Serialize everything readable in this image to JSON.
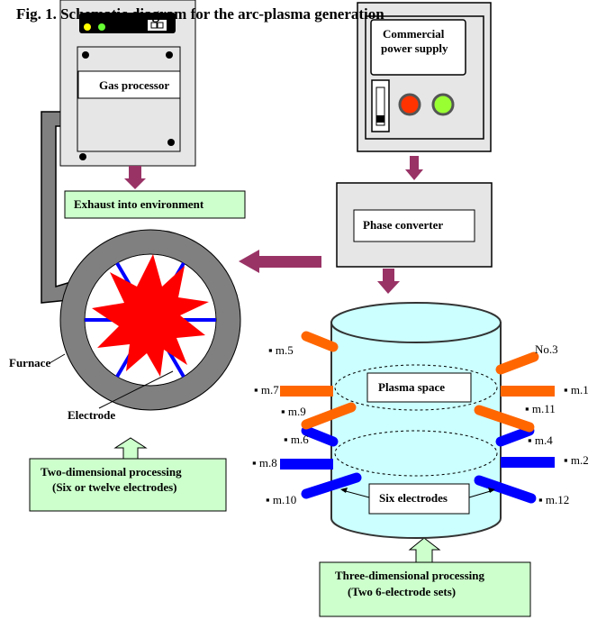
{
  "title": "Fig. 1. Schematic diagram for the arc-plasma generation",
  "colors": {
    "arrow": "#993366",
    "box_green": "#ccffcc",
    "cylinder": "#ccffff",
    "furnace": "#808080",
    "star": "#ff0000",
    "electrode_upper": "#ff6600",
    "electrode_lower": "#0000ff"
  },
  "gas_processor": {
    "label": "Gas processor"
  },
  "exhaust": {
    "label": "Exhaust into environment"
  },
  "power_supply": {
    "line1": "Commercial",
    "line2": "power supply"
  },
  "phase_converter": {
    "label": "Phase converter"
  },
  "furnace": {
    "label": "Furnace",
    "electrode_label": "Electrode"
  },
  "plasma_space": {
    "label": "Plasma space"
  },
  "six_electrodes": {
    "label": "Six electrodes"
  },
  "two_dim": {
    "line1": "Two-dimensional processing",
    "line2": "(Six or twelve electrodes)"
  },
  "three_dim": {
    "line1": "Three-dimensional processing",
    "line2": "(Two 6-electrode sets)"
  },
  "electrode_labels": {
    "n1": "▪ m.1",
    "n2": "▪ m.2",
    "n3": "No.3",
    "n4": "▪ m.4",
    "n5": "▪ m.5",
    "n6": "▪ m.6",
    "n7": "▪ m.7",
    "n8": "▪ m.8",
    "n9": "▪ m.9",
    "n10": "▪ m.10",
    "n11": "▪ m.11",
    "n12": "▪ m.12"
  }
}
